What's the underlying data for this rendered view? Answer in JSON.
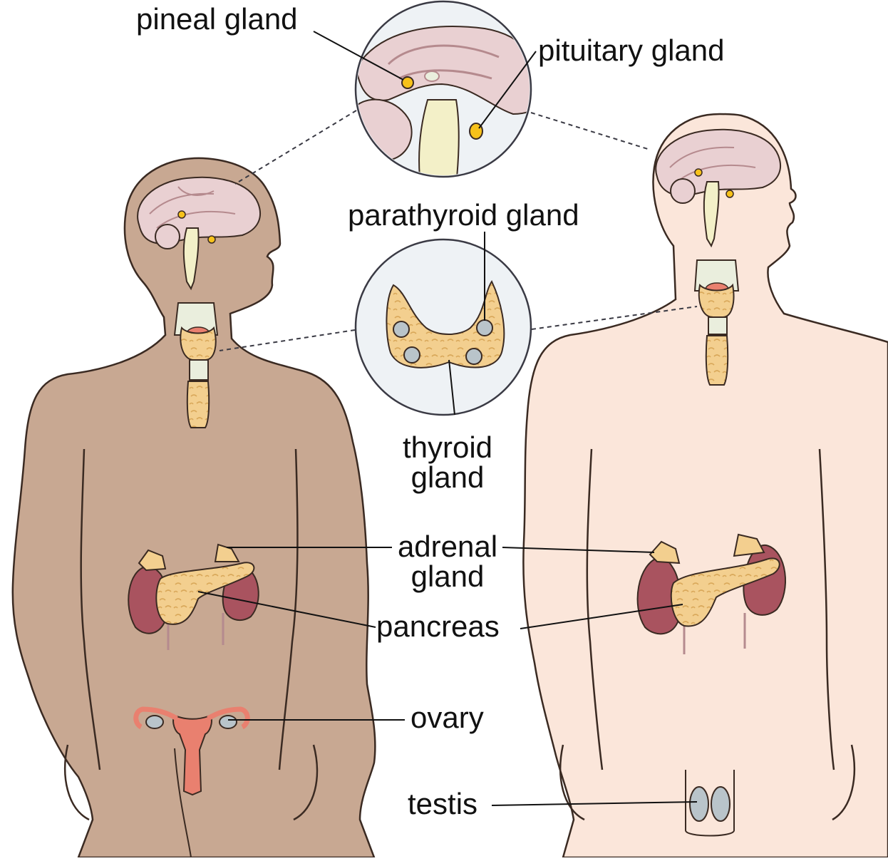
{
  "labels": {
    "pineal": "pineal gland",
    "pituitary": "pituitary gland",
    "parathyroid": "parathyroid gland",
    "thyroid_line1": "thyroid",
    "thyroid_line2": "gland",
    "adrenal_line1": "adrenal",
    "adrenal_line2": "gland",
    "pancreas": "pancreas",
    "ovary": "ovary",
    "testis": "testis"
  },
  "colors": {
    "female_skin": "#c8a892",
    "male_skin": "#fbe6da",
    "outline": "#3a2a22",
    "brain": "#e9d0d2",
    "gland_yellow": "#f7c21a",
    "thyroid": "#f3cf8f",
    "kidney": "#a9535f",
    "uterus": "#e9806f",
    "testis": "#b9c4ca",
    "inset_bg": "#eef2f5"
  },
  "icons": {
    "female_figure": "female-body-figure",
    "male_figure": "male-body-figure"
  }
}
